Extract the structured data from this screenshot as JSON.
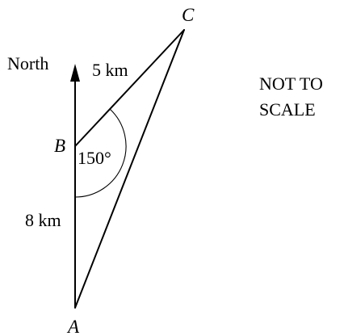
{
  "labels": {
    "north": "North",
    "point_a": "A",
    "point_b": "B",
    "point_c": "C",
    "length_bc": "5 km",
    "length_ab": "8 km",
    "angle_b": "150°",
    "note_line1": "NOT TO",
    "note_line2": "SCALE"
  },
  "colors": {
    "stroke": "#000000",
    "background": "#ffffff"
  }
}
